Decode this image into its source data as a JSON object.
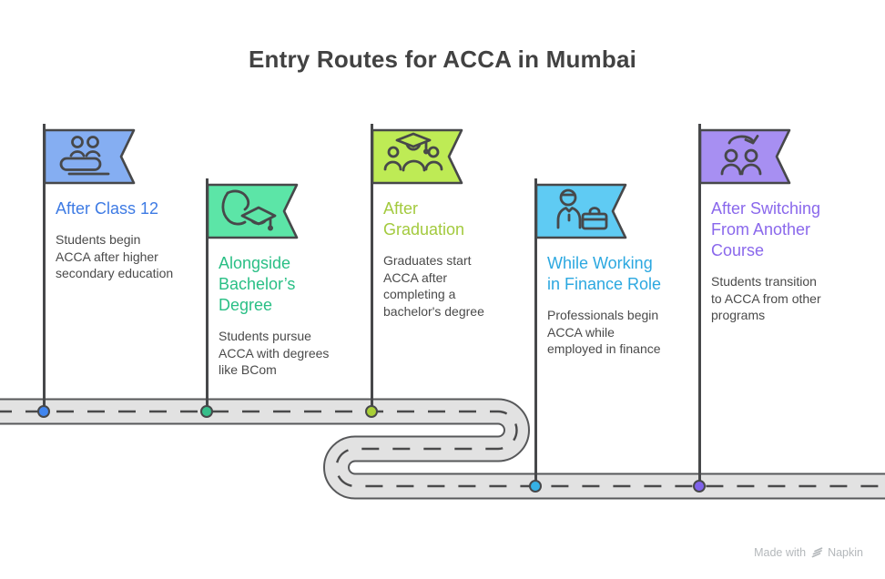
{
  "title": "Entry Routes for ACCA in Mumbai",
  "routes": [
    {
      "icon": "students-class-icon",
      "title": "After Class 12",
      "description": "Students begin\nACCA after higher\nsecondary education",
      "colors": {
        "flag": "#85AEF2",
        "title": "#3E7BE4",
        "dot": "#4186F0"
      }
    },
    {
      "icon": "arm-graduation-icon",
      "title": "Alongside\nBachelor’s\nDegree",
      "description": "Students pursue\nACCA with degrees\nlike BCom",
      "colors": {
        "flag": "#5CE5A7",
        "title": "#29BF85",
        "dot": "#36BE8A"
      }
    },
    {
      "icon": "graduation-group-icon",
      "title": "After\nGraduation",
      "description": "Graduates start\nACCA after\ncompleting a\nbachelor's degree",
      "colors": {
        "flag": "#BEEB55",
        "title": "#A3CA3E",
        "dot": "#A9CF35"
      }
    },
    {
      "icon": "professional-briefcase-icon",
      "title": "While Working\nin Finance Role",
      "description": "Professionals begin\nACCA while\nemployed in finance",
      "colors": {
        "flag": "#5FCBF3",
        "title": "#2CA8E0",
        "dot": "#36B1E4"
      }
    },
    {
      "icon": "switch-course-icon",
      "title": "After Switching\nFrom Another\nCourse",
      "description": "Students transition\nto ACCA from other\nprograms",
      "colors": {
        "flag": "#A78FF2",
        "title": "#8A68EC",
        "dot": "#7F62EA"
      }
    }
  ],
  "road": {
    "fill": "#E2E2E2",
    "edge": "#57585A",
    "dash_color": "#4A4A4B"
  },
  "footer": {
    "text": "Made with",
    "brand": "Napkin",
    "logo": "napkin-logo-icon"
  }
}
